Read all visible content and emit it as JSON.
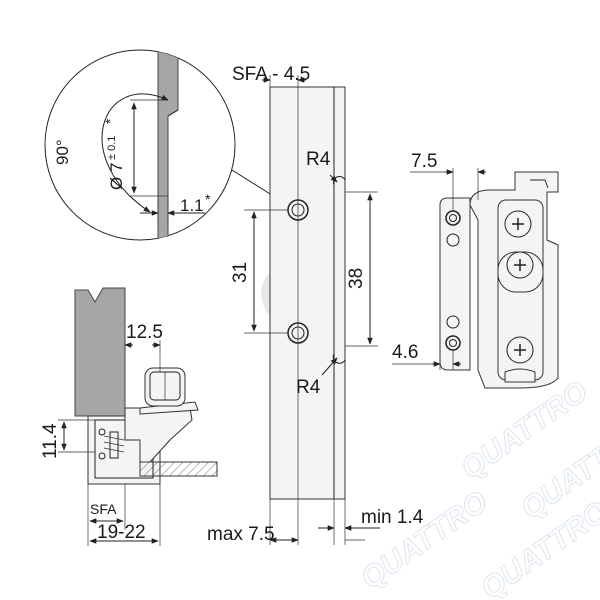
{
  "labels": {
    "sfa_minus": "SFA - 4.5",
    "r4_top": "R4",
    "r4_bottom": "R4",
    "dim_31": "31",
    "dim_38": "38",
    "dim_7_5_right": "7.5",
    "dim_4_6": "4.6",
    "angle_90": "90°",
    "dia_7": "Ø 7",
    "dia_tol": "± 0.1",
    "dia_star": "*",
    "dim_1_1": "1.1",
    "dim_1_1_star": "*",
    "dim_12_5": "12.5",
    "dim_11_4": "11.4",
    "sfa": "SFA",
    "dim_19_22": "19-22",
    "max_7_5": "max 7.5",
    "min_1_4": "min 1.4"
  },
  "watermark": {
    "text": "QUATTRO",
    "color": "#dde5ee"
  },
  "colors": {
    "line": "#222222",
    "wood": "#a6a6a6",
    "part": "#f4f4f4"
  }
}
